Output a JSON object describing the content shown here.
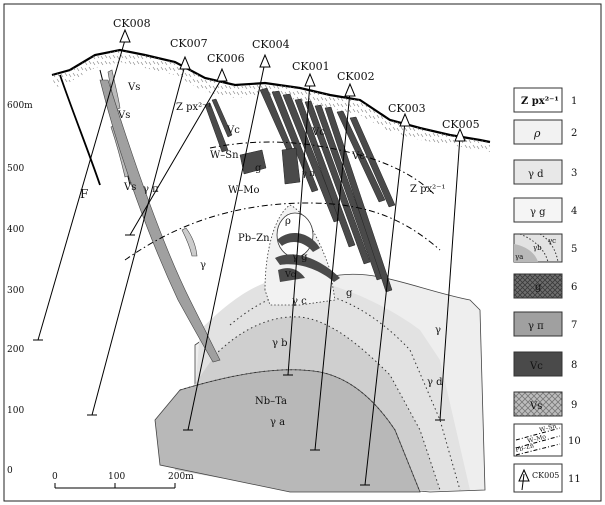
{
  "section": {
    "boreholes": [
      "CK008",
      "CK007",
      "CK006",
      "CK004",
      "CK001",
      "CK002",
      "CK003",
      "CK005"
    ],
    "elevation_labels": [
      "600m",
      "500",
      "400",
      "300",
      "200",
      "100",
      "0"
    ],
    "scale_labels": [
      "0",
      "100",
      "200m"
    ],
    "unit_labels": {
      "vs": "Vs",
      "zpx": "Z px²⁻¹",
      "vc": "Vc",
      "gamma_pi": "γ π",
      "gamma": "γ",
      "gamma_a": "γ a",
      "gamma_b": "γ b",
      "gamma_c": "γ c",
      "gamma_d": "γ d",
      "gamma_g": "γ g",
      "g": "g",
      "rho": "ρ",
      "fault": "F",
      "w_sn": "W–Sn",
      "w_mo": "W–Mo",
      "pb_zn": "Pb–Zn",
      "nb_ta": "Nb–Ta"
    }
  },
  "legend": {
    "items": [
      {
        "num": "1",
        "label": "Z px²⁻¹"
      },
      {
        "num": "2",
        "label": "ρ"
      },
      {
        "num": "3",
        "label": "γ d"
      },
      {
        "num": "4",
        "label": "γ g"
      },
      {
        "num": "5",
        "label_a": "γa",
        "label_b": "γb",
        "label_c": "γc"
      },
      {
        "num": "6",
        "label": "g"
      },
      {
        "num": "7",
        "label": "γ π"
      },
      {
        "num": "8",
        "label": "Vc"
      },
      {
        "num": "9",
        "label": "Vs"
      },
      {
        "num": "10",
        "label_a": "W–Sn",
        "label_b": "W–Mo",
        "label_c": "Pb–Zn"
      },
      {
        "num": "11",
        "label": "CK005"
      }
    ]
  },
  "colors": {
    "gamma_a": "#b8b8b8",
    "gamma_b": "#cfcfcf",
    "gamma_c": "#e2e2e2",
    "gamma_d": "#eeeeee",
    "dike_dark": "#4a4a4a",
    "gamma_pi": "#a0a0a0"
  }
}
